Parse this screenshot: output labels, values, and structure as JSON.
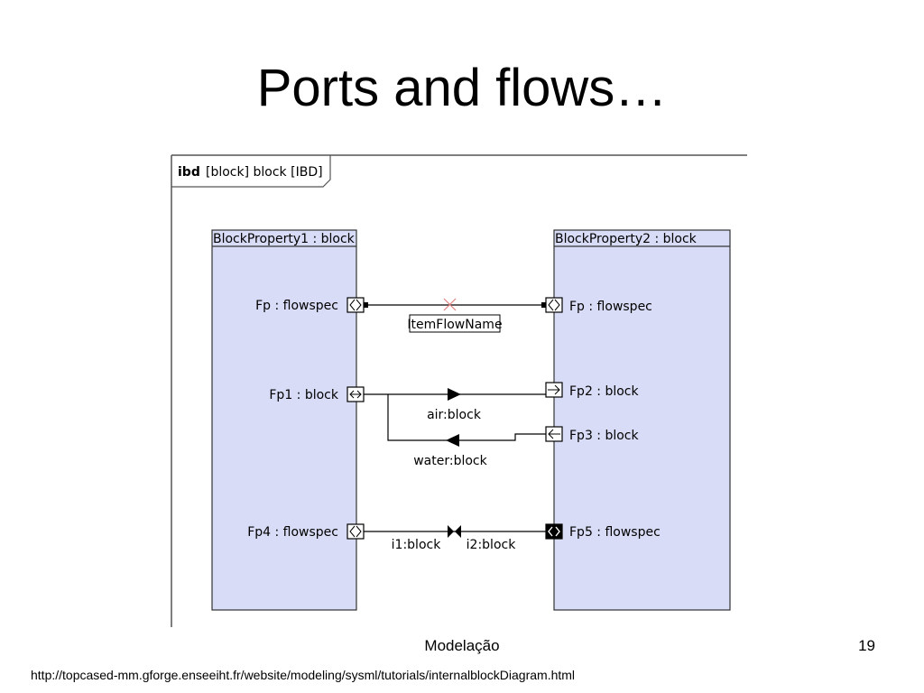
{
  "slide": {
    "title": "Ports and flows…",
    "footer_center": "Modelação",
    "page_number": "19",
    "source_url": "http://topcased-mm.gforge.enseeiht.fr/website/modeling/sysml/tutorials/internalblockDiagram.html"
  },
  "diagram": {
    "frame_kind": "ibd",
    "frame_name": "[block] block [IBD]",
    "block1": {
      "title": "BlockProperty1  : block",
      "ports": [
        "Fp  : flowspec",
        "Fp1  : block",
        "Fp4  : flowspec"
      ]
    },
    "block2": {
      "title": "BlockProperty2  : block",
      "ports": [
        "Fp  : flowspec",
        "Fp2  : block",
        "Fp3  : block",
        "Fp5  : flowspec"
      ]
    },
    "flows": {
      "item_flow_name": "ItemFlowName",
      "air": "air:block",
      "water": "water:block",
      "i1": "i1:block",
      "i2": "i2:block"
    },
    "colors": {
      "block_fill": "#d8dcf6",
      "line": "#000000",
      "mark": "#e08080"
    }
  }
}
